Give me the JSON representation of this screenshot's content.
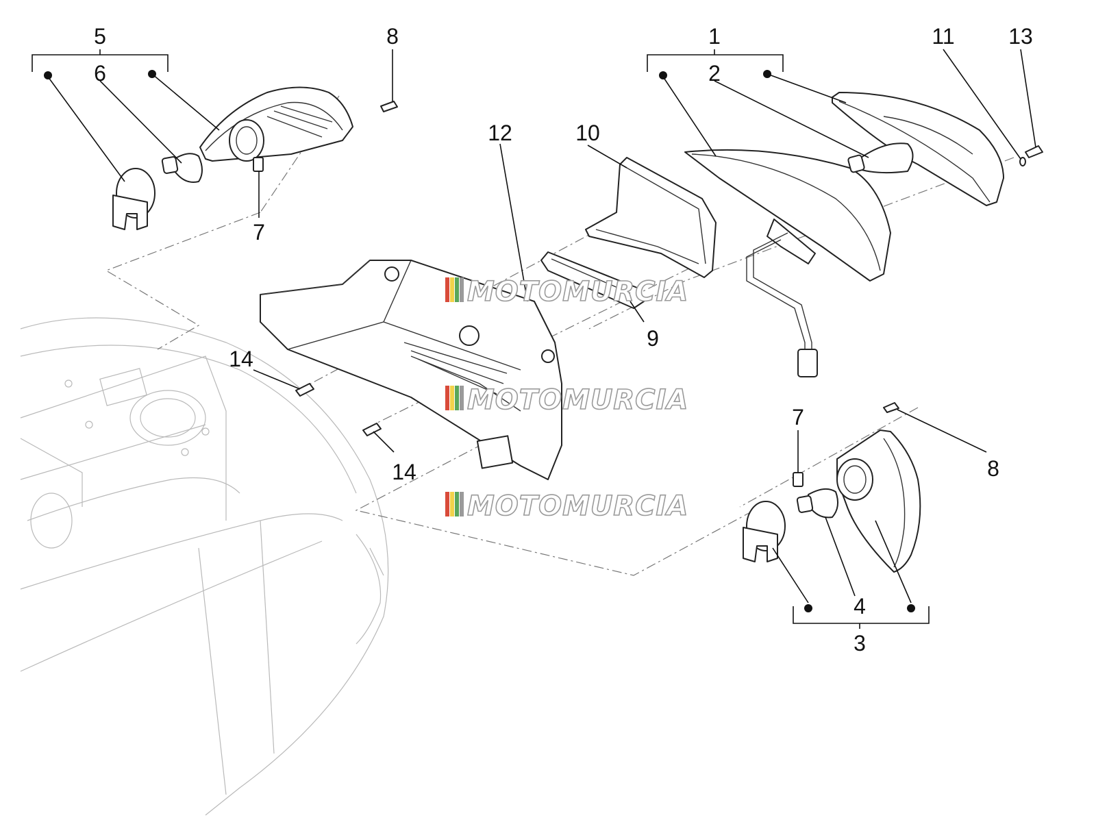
{
  "callouts": {
    "c1": "1",
    "c2": "2",
    "c3": "3",
    "c4": "4",
    "c5": "5",
    "c6": "6",
    "c7a": "7",
    "c7b": "7",
    "c8a": "8",
    "c8b": "8",
    "c9": "9",
    "c10": "10",
    "c11": "11",
    "c12": "12",
    "c13": "13",
    "c14a": "14",
    "c14b": "14"
  },
  "watermark": {
    "text": "MOTOMURCIA",
    "stripe_colors": [
      "#d94b3a",
      "#f2d24b",
      "#5aa65a",
      "#9a9a9a"
    ]
  },
  "colors": {
    "line": "#222222",
    "ghost": "#b9b9b9"
  }
}
